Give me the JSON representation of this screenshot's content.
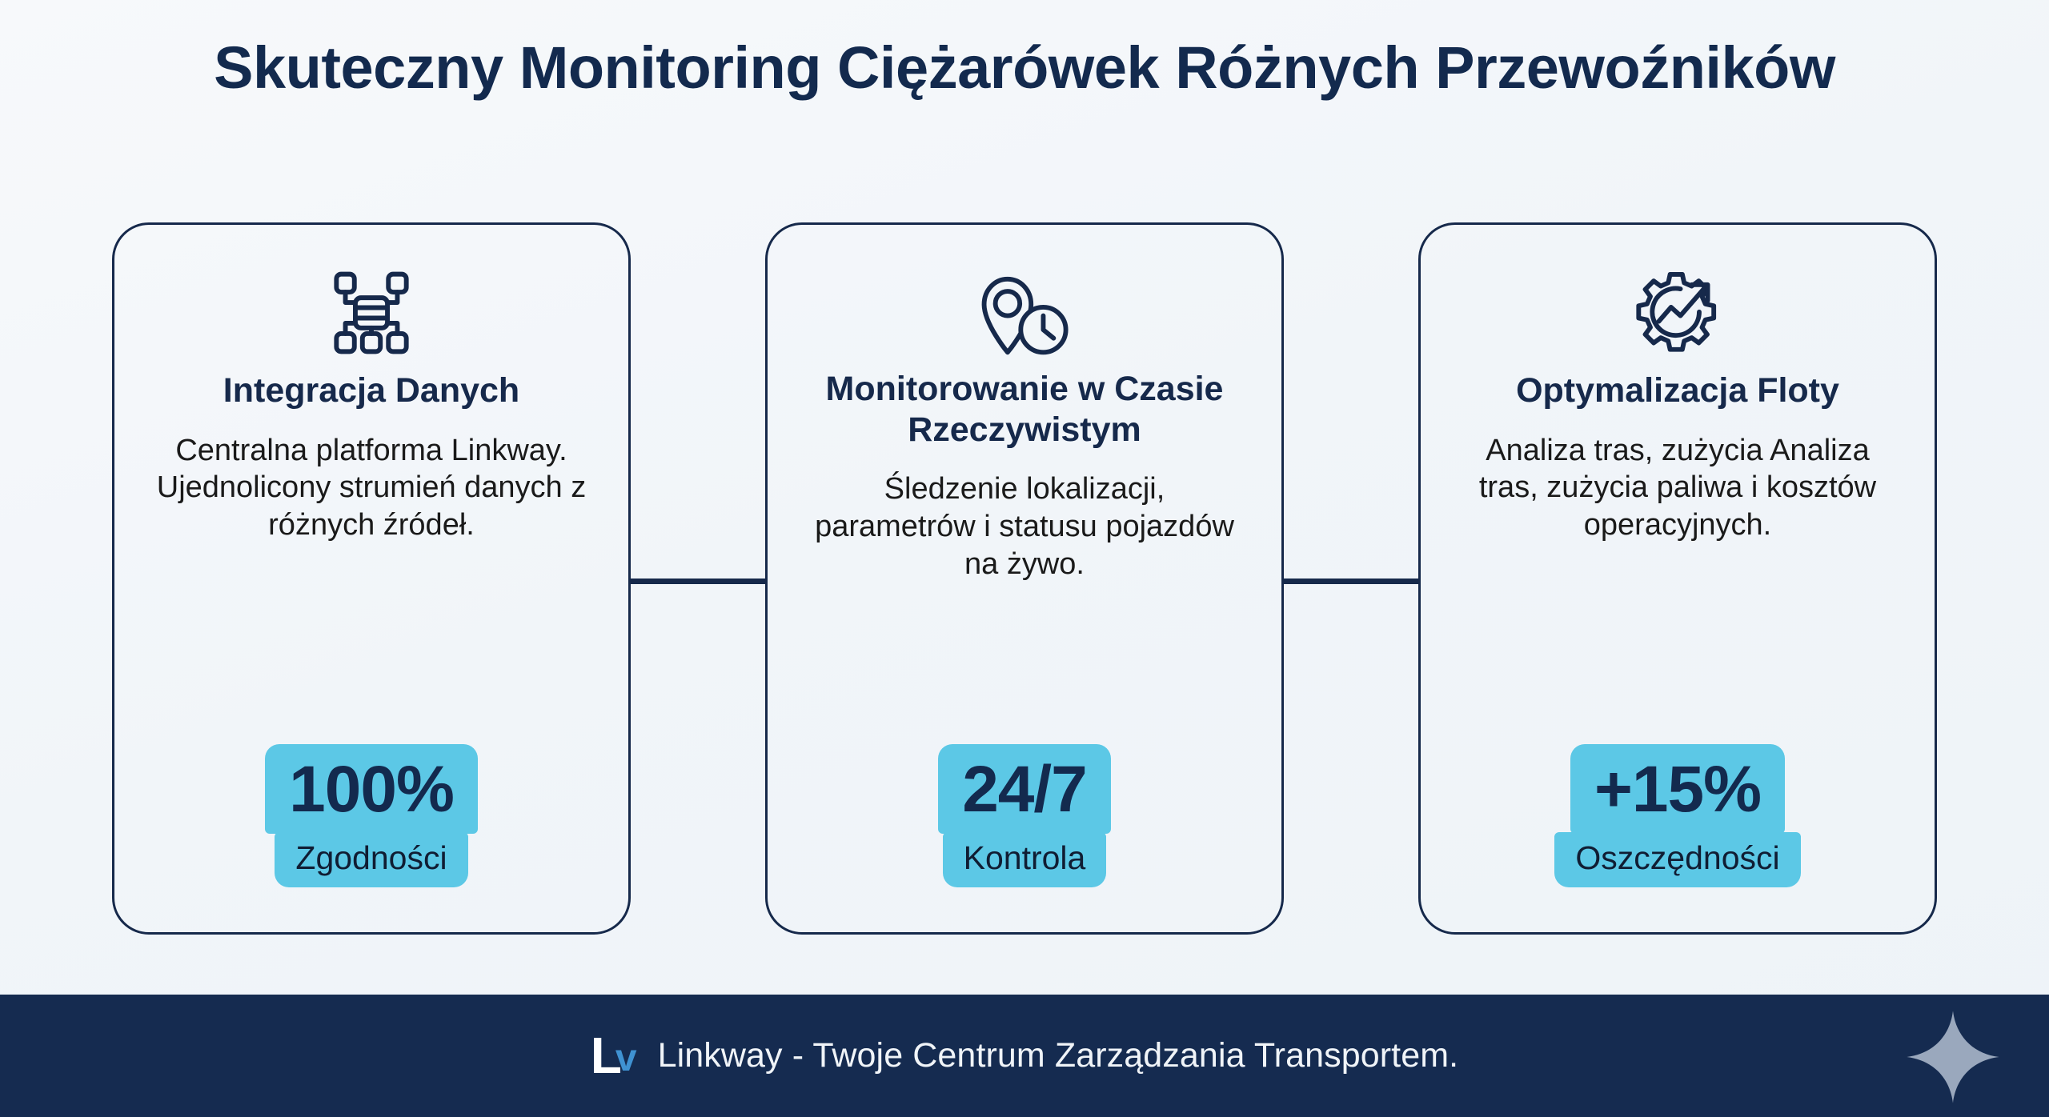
{
  "header": {
    "title": "Skuteczny Monitoring Ciężarówek Różnych Przewoźników"
  },
  "colors": {
    "background": "#f3f6f9",
    "navy": "#16294b",
    "accent_cyan": "#5cc8e6",
    "footer_bg": "#152b50",
    "logo_blue": "#3f92d2",
    "body_text": "#1a1a1a"
  },
  "cards": [
    {
      "icon": "network-nodes-icon",
      "title": "Integracja Danych",
      "description": "Centralna platforma Linkway. Ujednolicony strumień danych z różnych źródeł.",
      "badge_value": "100%",
      "badge_label": "Zgodności"
    },
    {
      "icon": "map-pin-clock-icon",
      "title": "Monitorowanie w Czasie Rzeczywistym",
      "description": "Śledzenie lokalizacji, parametrów i statusu pojazdów na żywo.",
      "badge_value": "24/7",
      "badge_label": "Kontrola"
    },
    {
      "icon": "gear-growth-arrow-icon",
      "title": "Optymalizacja Floty",
      "description": "Analiza tras, zużycia Analiza tras, zużycia paliwa i kosztów operacyjnych.",
      "badge_value": "+15%",
      "badge_label": "Oszczędności"
    }
  ],
  "footer": {
    "logo_letter": "L",
    "logo_mark": "v",
    "tagline": "Linkway - Twoje Centrum Zarządzania Transportem."
  }
}
